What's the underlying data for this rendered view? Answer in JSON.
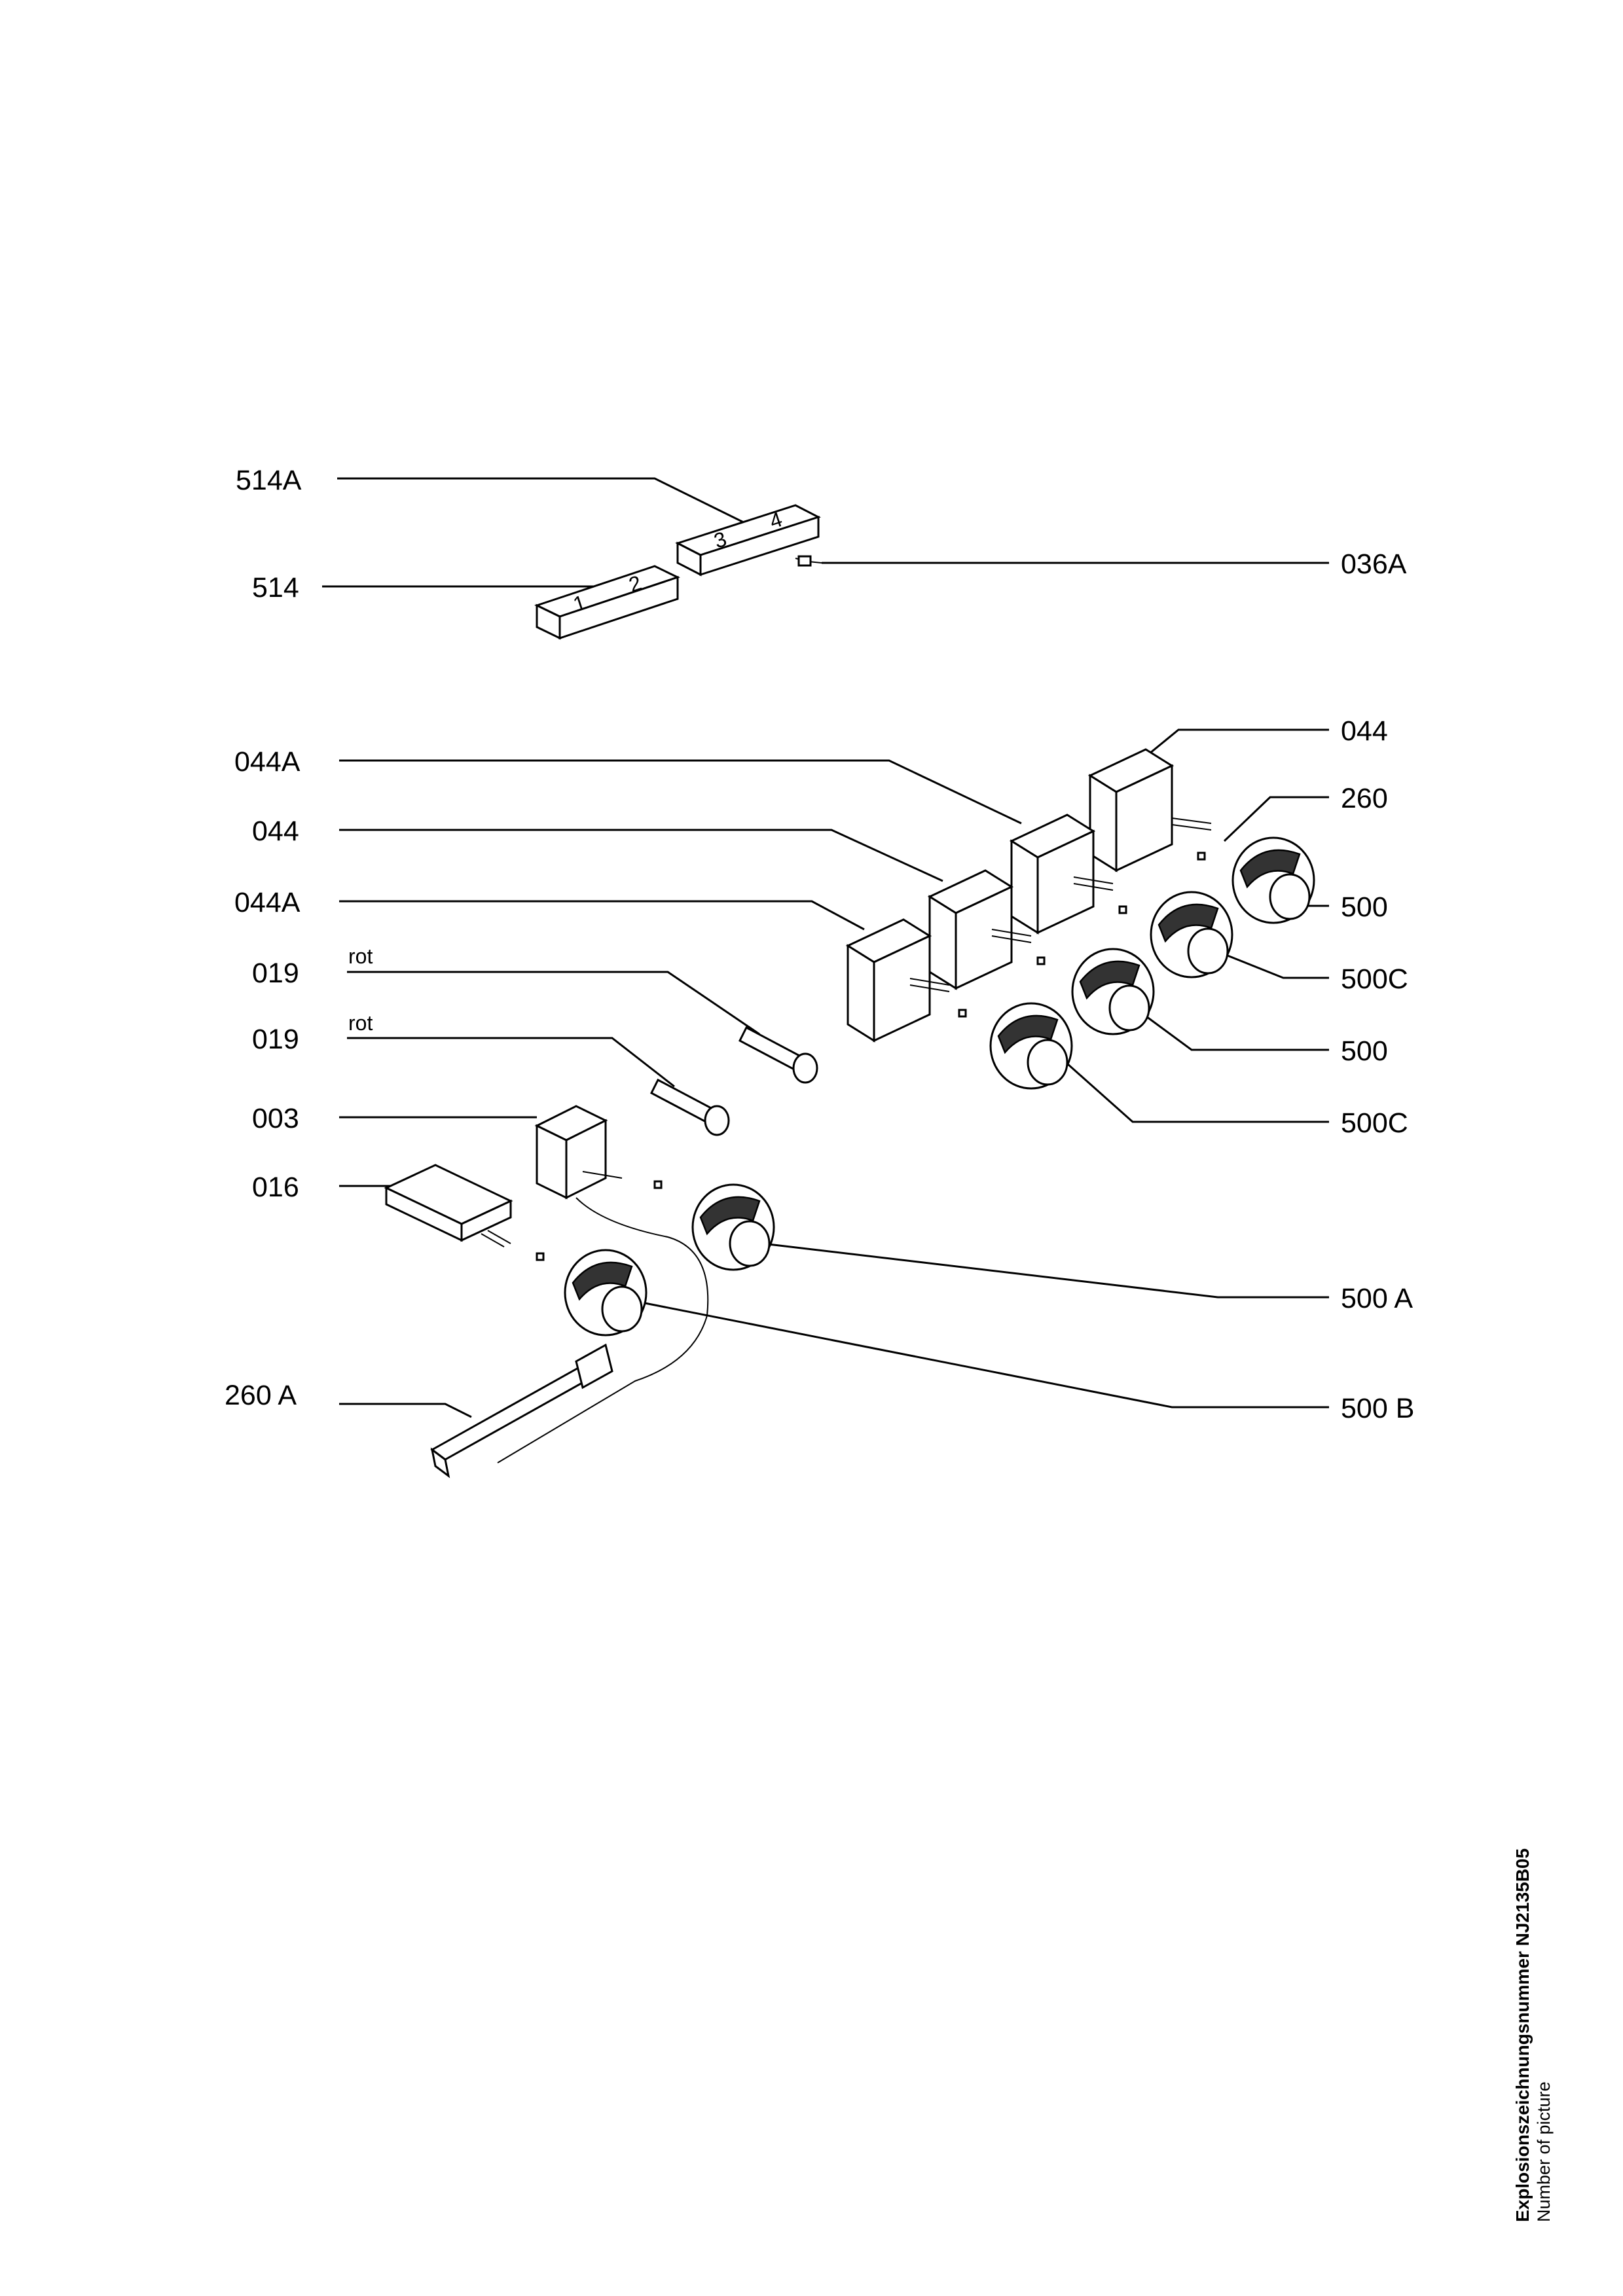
{
  "labels": {
    "l514A": "514A",
    "l514": "514",
    "l036A": "036A",
    "l044_right": "044",
    "l044A_1": "044A",
    "l260": "260",
    "l044_left": "044",
    "l044A_2": "044A",
    "l500_1": "500",
    "l019_1": "019",
    "l500C_1": "500C",
    "l019_2": "019",
    "l500_2": "500",
    "l003": "003",
    "l500C_2": "500C",
    "l016": "016",
    "l500A": "500 A",
    "l260A": "260 A",
    "l500B": "500 B"
  },
  "notes": {
    "rot_1": "rot",
    "rot_2": "rot"
  },
  "caption": {
    "title": "Explosionszeichnungsnummer NJ2135B05",
    "subtitle": "Number of picture"
  }
}
